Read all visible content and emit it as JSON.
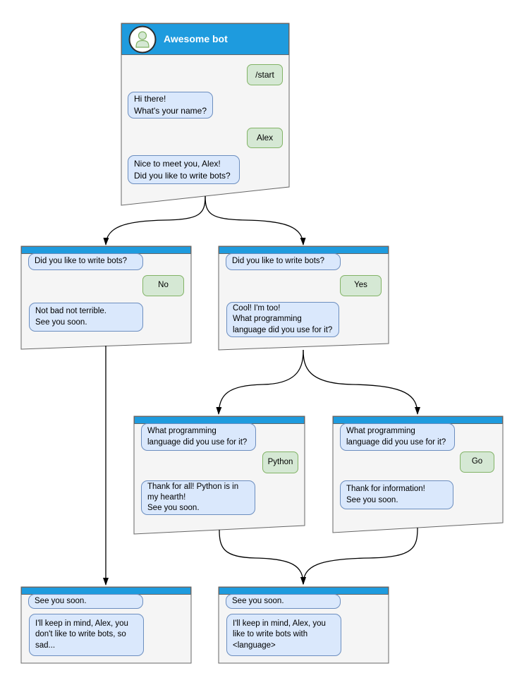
{
  "flow": {
    "main": {
      "title": "Awesome bot",
      "messages": [
        {
          "from": "user",
          "text": "/start"
        },
        {
          "from": "bot",
          "text": "Hi there!\nWhat's your name?"
        },
        {
          "from": "user",
          "text": "Alex"
        },
        {
          "from": "bot",
          "text": "Nice to meet you, Alex!\nDid you like to write bots?"
        }
      ]
    },
    "branch_no": {
      "question": "Did you like to write bots?",
      "answer": "No",
      "reply": "Not bad not terrible.\nSee you soon."
    },
    "branch_yes": {
      "question": "Did you like to write bots?",
      "answer": "Yes",
      "reply": "Cool! I'm too!\nWhat programming\nlanguage did you use for it?"
    },
    "branch_python": {
      "question": "What programming\nlanguage did you use for it?",
      "answer": "Python",
      "reply": "Thank for all! Python is in\nmy hearth!\nSee you soon."
    },
    "branch_go": {
      "question": "What programming\nlanguage did you use for it?",
      "answer": "Go",
      "reply": "Thank for information!\nSee you soon."
    },
    "end_no": {
      "question": "See you soon.",
      "reply": "I'll keep in mind, Alex, you\ndon't like to write bots, so\nsad..."
    },
    "end_yes": {
      "question": "See you soon.",
      "reply": "I'll keep in mind, Alex, you\nlike to write bots with\n<language>"
    }
  },
  "colors": {
    "titlebar_blue": "#1E9BDE",
    "window_body": "#F5F5F5",
    "window_border": "#666666",
    "bot_bubble_fill": "#DAE8FC",
    "bot_bubble_border": "#6C8EBF",
    "user_bubble_fill": "#D5E8D4",
    "user_bubble_border": "#82B366",
    "connector": "#000000",
    "title_text": "#FFFFFF"
  }
}
